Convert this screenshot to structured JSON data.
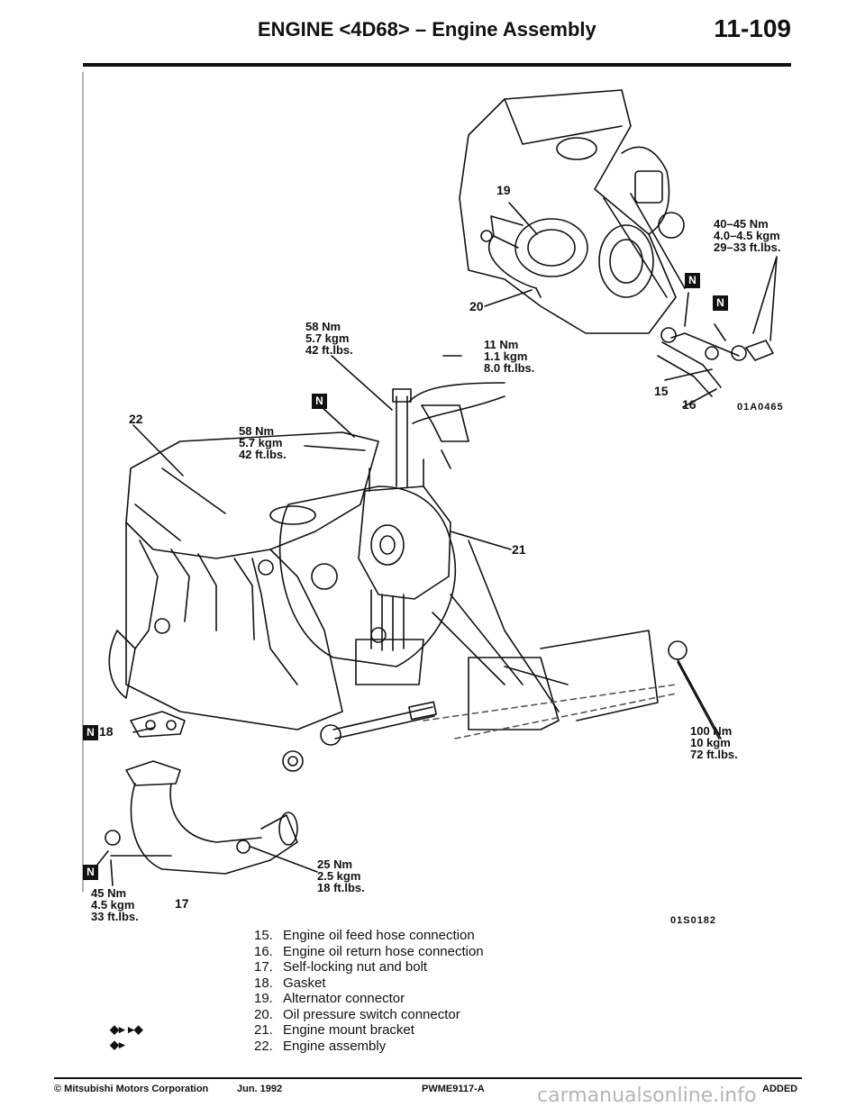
{
  "header": {
    "title": "ENGINE <4D68> – Engine Assembly",
    "page_number": "11-109"
  },
  "callouts": {
    "c15": "15",
    "c16": "16",
    "c17": "17",
    "c18": "18",
    "c19": "19",
    "c20": "20",
    "c21": "21",
    "c22": "22"
  },
  "figure_codes": {
    "upper": "01A0465",
    "lower": "01S0182"
  },
  "badge_letter": "N",
  "torques": {
    "t_oil_hose": "40–45 Nm\n4.0–4.5 kgm\n29–33 ft.lbs.",
    "t_mount_top": "58 Nm\n5.7 kgm\n42 ft.lbs.",
    "t_mount_mid": "58 Nm\n5.7 kgm\n42 ft.lbs.",
    "t_bracket_bolt": "11 Nm\n1.1 kgm\n8.0 ft.lbs.",
    "t_through_bolt": "100 Nm\n10 kgm\n72 ft.lbs.",
    "t_exhaust_bolt": "25 Nm\n2.5 kgm\n18 ft.lbs.",
    "t_exhaust_nut": "45 Nm\n4.5 kgm\n33 ft.lbs."
  },
  "parts_list": [
    {
      "num": "15.",
      "text": "Engine oil feed hose connection"
    },
    {
      "num": "16.",
      "text": "Engine oil return hose connection"
    },
    {
      "num": "17.",
      "text": "Self-locking nut and bolt"
    },
    {
      "num": "18.",
      "text": "Gasket"
    },
    {
      "num": "19.",
      "text": "Alternator connector"
    },
    {
      "num": "20.",
      "text": "Oil pressure switch connector"
    },
    {
      "num": "21.",
      "text": "Engine mount bracket"
    },
    {
      "num": "22.",
      "text": "Engine assembly"
    }
  ],
  "marks": {
    "row21": "◆▸  ▸◆",
    "row22": "◆▸"
  },
  "footer": {
    "copyright": "© Mitsubishi Motors Corporation",
    "date": "Jun. 1992",
    "doc_id": "PWME9117-A",
    "status": "ADDED",
    "watermark": "carmanualsonline.info"
  }
}
